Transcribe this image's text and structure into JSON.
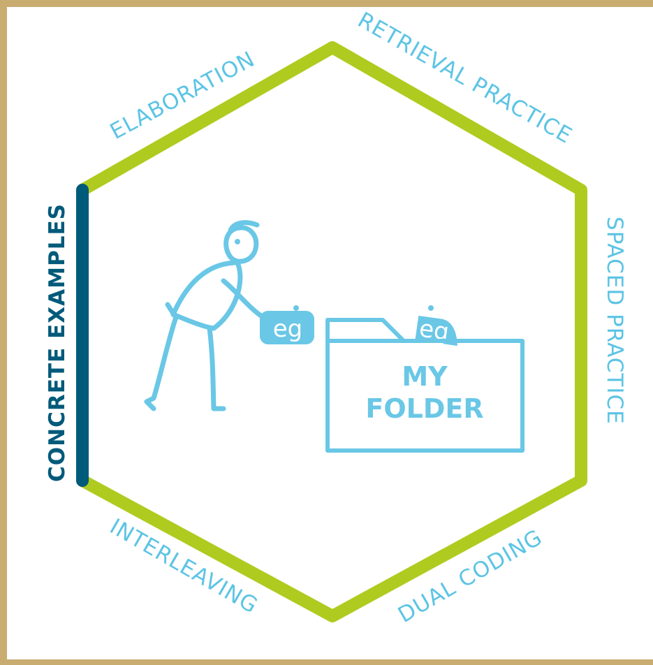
{
  "colors": {
    "border": "#c8ac70",
    "hexagon": "#afcb1f",
    "active_side": "#005a7a",
    "label": "#5cc4e4",
    "active_label": "#005a7a",
    "illustration": "#6ac7e6"
  },
  "labels": {
    "elaboration": "ELABORATION",
    "retrieval_practice": "RETRIEVAL PRACTICE",
    "spaced_practice": "SPACED PRACTICE",
    "dual_coding": "DUAL CODING",
    "interleaving": "INTERLEAVING",
    "concrete_examples": "CONCRETE EXAMPLES"
  },
  "active_strategy": "CONCRETE EXAMPLES",
  "illustration": {
    "folder_line1": "MY",
    "folder_line2": "FOLDER",
    "card_text": "eg",
    "icons": [
      "stick-figure-icon",
      "folder-icon",
      "eg-card-icon"
    ]
  }
}
